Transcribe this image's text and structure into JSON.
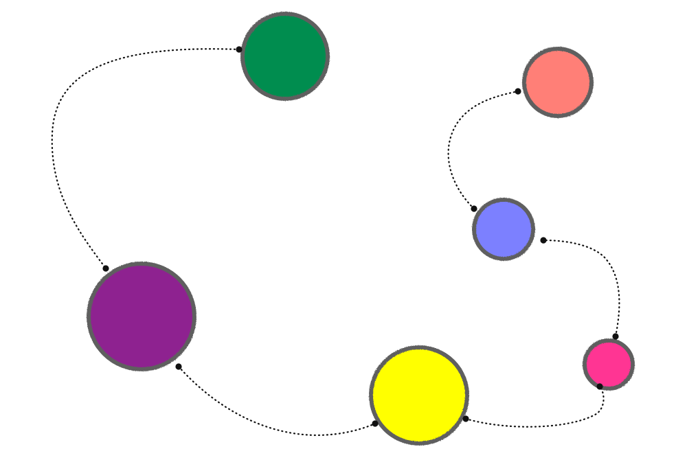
{
  "diagram": {
    "node_outline_color": "#5f5f5f",
    "connector_color": "#111111",
    "nodes": [
      {
        "id": "green",
        "color": "#068d4f"
      },
      {
        "id": "purple",
        "color": "#8e2290"
      },
      {
        "id": "yellow",
        "color": "#ffff00"
      },
      {
        "id": "pink",
        "color": "#ff3493"
      },
      {
        "id": "blue",
        "color": "#7b80ff"
      },
      {
        "id": "salmon",
        "color": "#ff7f77"
      }
    ],
    "edges": [
      {
        "from": "green",
        "to": "purple"
      },
      {
        "from": "purple",
        "to": "yellow"
      },
      {
        "from": "yellow",
        "to": "pink"
      },
      {
        "from": "pink",
        "to": "blue"
      },
      {
        "from": "blue",
        "to": "salmon"
      }
    ]
  }
}
